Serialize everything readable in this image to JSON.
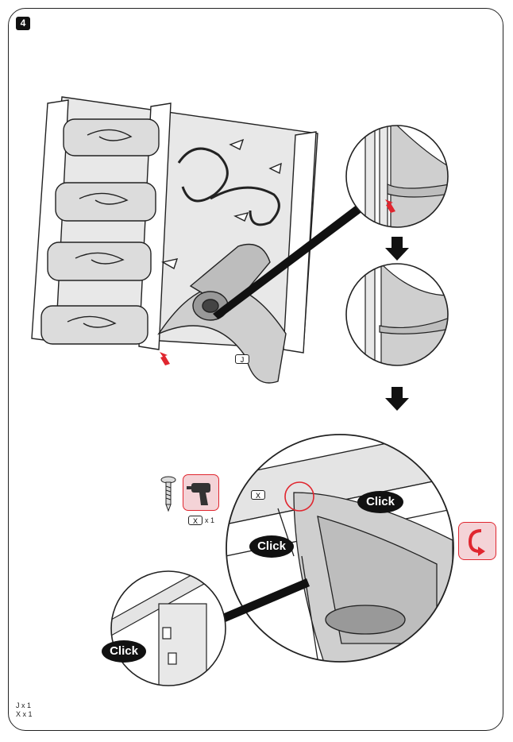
{
  "step": {
    "number": "4"
  },
  "colors": {
    "accent": "#e0262f",
    "ink": "#111111",
    "tint": "#f4d3d7"
  },
  "main_view": {
    "part_tag": "J"
  },
  "detail_views": {
    "arrow_icons": [
      "arrow-down-icon",
      "arrow-down-icon"
    ]
  },
  "fastener": {
    "part_tag": "X",
    "quantity": "x 1",
    "tool_icon": "drill-icon",
    "screw_icon": "screw-icon"
  },
  "zoom_view": {
    "part_tag": "X",
    "click_labels": [
      "Click",
      "Click",
      "Click"
    ]
  },
  "rotate": {
    "icon": "rotate-icon"
  },
  "parts_list": [
    {
      "tag": "J",
      "qty": "x 1"
    },
    {
      "tag": "X",
      "qty": "x 1"
    }
  ]
}
